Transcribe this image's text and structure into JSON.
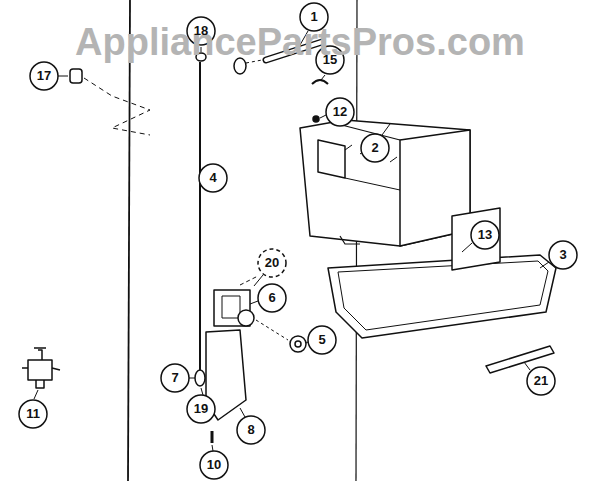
{
  "diagram": {
    "labels": [
      "AppliancePartsPros.com",
      "18",
      "1",
      "15",
      "17",
      "12",
      "2",
      "4",
      "13",
      "3",
      "20",
      "6",
      "5",
      "21",
      "7",
      "11",
      "19",
      "8",
      "10"
    ]
  }
}
